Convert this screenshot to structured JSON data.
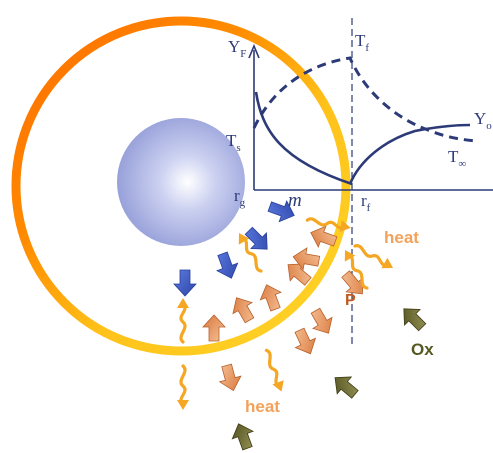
{
  "labels": {
    "yf": "Y",
    "yf_sub": "F",
    "tf": "T",
    "tf_sub": "f",
    "yo": "Y",
    "yo_sub": "o",
    "tinf": "T",
    "tinf_sub": "∞",
    "ts": "T",
    "ts_sub": "s",
    "rg": "r",
    "rg_sub": "g",
    "m": "m",
    "rf": "r",
    "rf_sub": "f",
    "heat_upper": "heat",
    "heat_lower": "heat",
    "p": "P",
    "ox": "Ox"
  },
  "colors": {
    "curve": "#2d3a78",
    "flame_outer": "#ff7a00",
    "flame_inner": "#ffd21a",
    "droplet_light": "#ffffff",
    "droplet_dark": "#8f99d6",
    "fuel_arrow": "#3f5fc8",
    "product_arrow": "#e8965a",
    "oxidizer_arrow": "#6b6a2e",
    "heat_wave": "#f5a623"
  },
  "icons": {
    "fuel_arrow": "blue-arrow-icon",
    "product_arrow": "orange-arrow-icon",
    "oxidizer_arrow": "olive-arrow-icon",
    "heat_wave": "wavy-arrow-icon"
  }
}
